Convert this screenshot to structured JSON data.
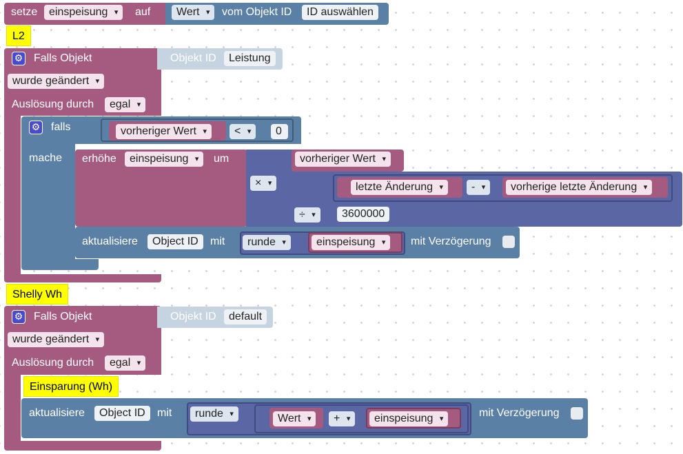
{
  "block_top": {
    "setze": "setze",
    "var": "einspeisung",
    "auf": "auf",
    "attr": "Wert",
    "vom_objekt": "vom Objekt ID",
    "id_field": "ID auswählen"
  },
  "comment1": "L2",
  "trigger1": {
    "falls_objekt": "Falls Objekt",
    "objekt_id_label": "Objekt ID",
    "objekt_id_value": "Leistung",
    "wurde": "wurde geändert",
    "ausloesung": "Auslösung durch",
    "egal": "egal",
    "falls": "falls",
    "mache": "mache",
    "vorheriger_wert": "vorheriger Wert",
    "op_lt": "<",
    "zero": "0",
    "erhoehe": "erhöhe",
    "var": "einspeisung",
    "um": "um",
    "times": "×",
    "vorheriger_wert2": "vorheriger Wert",
    "letzte": "letzte Änderung",
    "minus": "-",
    "vorherige_letzte": "vorherige letzte Änderung",
    "divide": "÷",
    "divisor": "3600000",
    "aktualisiere": "aktualisiere",
    "object_id_field": "Object ID",
    "mit": "mit",
    "runde": "runde",
    "var2": "einspeisung",
    "mit_verz": "mit Verzögerung"
  },
  "comment2": "Shelly Wh",
  "trigger2": {
    "falls_objekt": "Falls Objekt",
    "objekt_id_label": "Objekt ID",
    "objekt_id_value": "default",
    "wurde": "wurde geändert",
    "ausloesung": "Auslösung durch",
    "egal": "egal",
    "comment": "Einsparung (Wh)",
    "aktualisiere": "aktualisiere",
    "object_id_field": "Object ID",
    "mit": "mit",
    "runde": "runde",
    "wert": "Wert",
    "plus": "+",
    "var": "einspeisung",
    "mit_verz": "mit Verzögerung"
  }
}
